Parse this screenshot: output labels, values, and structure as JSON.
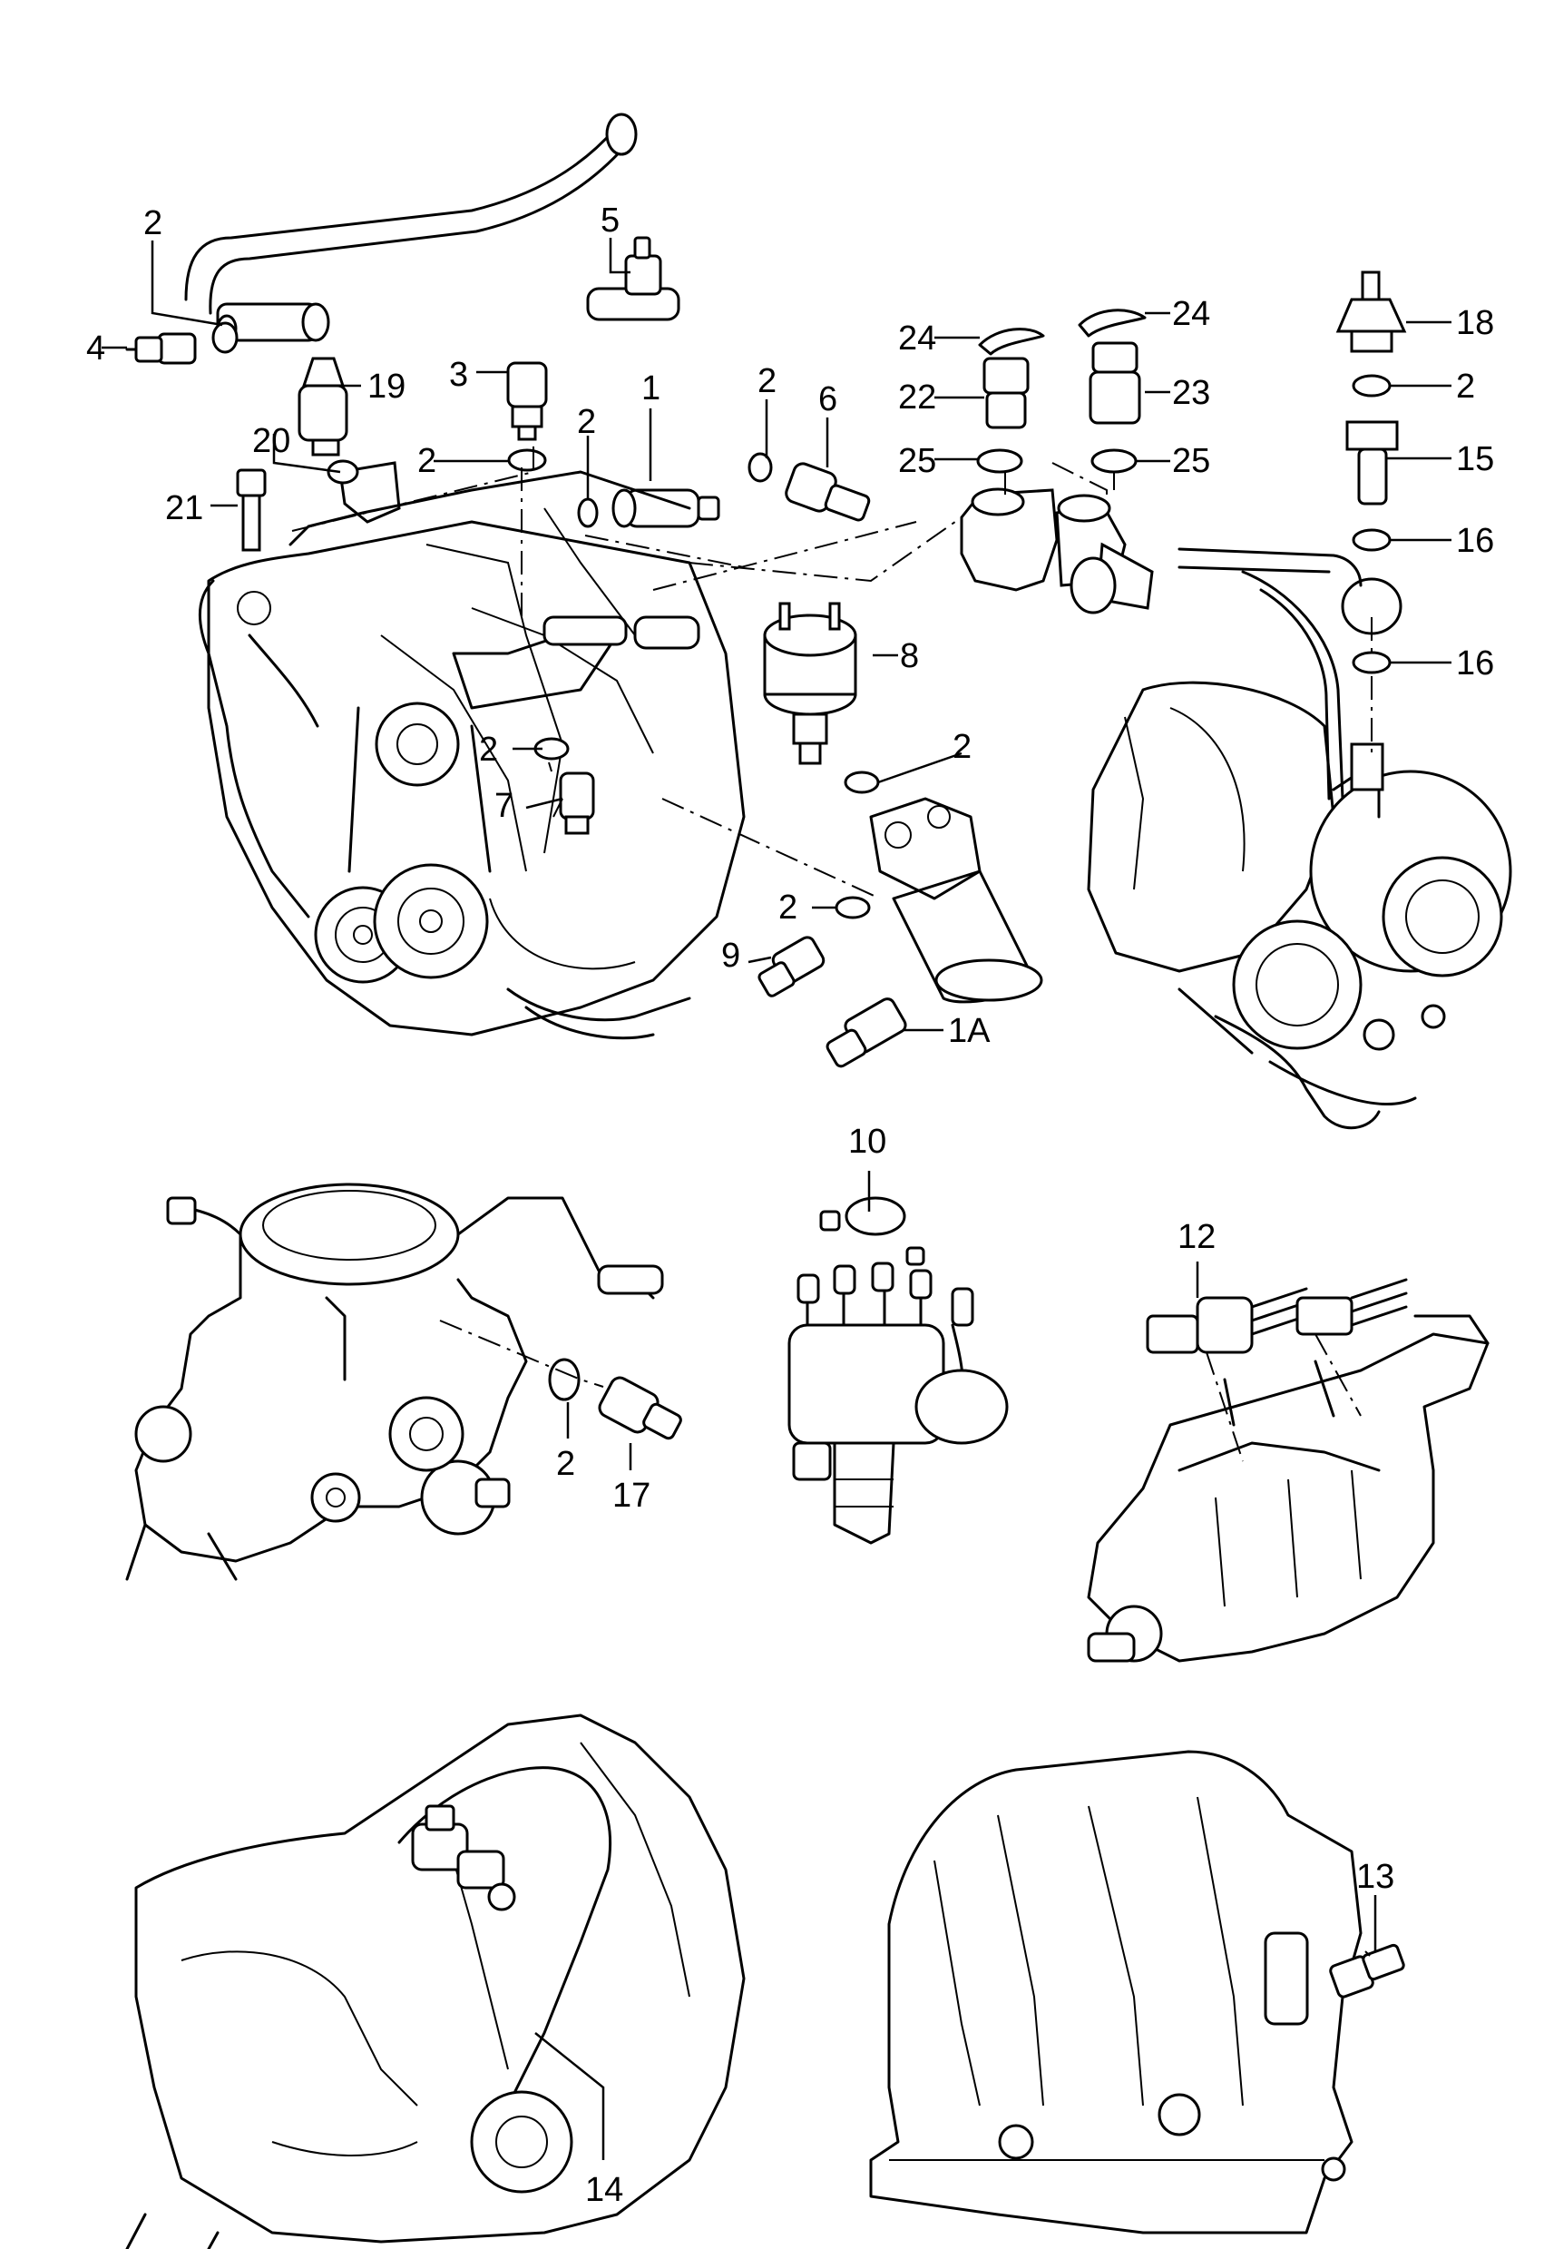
{
  "diagram": {
    "labels": {
      "l1": "1",
      "l1a": "1A",
      "l2a": "2",
      "l2b": "2",
      "l2c": "2",
      "l2d": "2",
      "l2e": "2",
      "l2f": "2",
      "l2g": "2",
      "l2h": "2",
      "l2i": "2",
      "l3": "3",
      "l4": "4",
      "l5": "5",
      "l6": "6",
      "l7": "7",
      "l8": "8",
      "l9": "9",
      "l10": "10",
      "l12": "12",
      "l13": "13",
      "l14": "14",
      "l15": "15",
      "l16a": "16",
      "l16b": "16",
      "l17": "17",
      "l18": "18",
      "l19": "19",
      "l20": "20",
      "l21": "21",
      "l22": "22",
      "l23": "23",
      "l24a": "24",
      "l24b": "24",
      "l25a": "25",
      "l25b": "25"
    }
  }
}
